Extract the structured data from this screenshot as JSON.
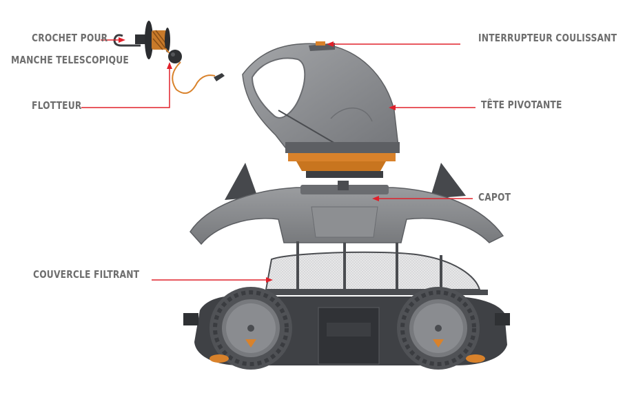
{
  "labels": {
    "crochet_line1": "CROCHET POUR",
    "crochet_line2": "MANCHE TELESCOPIQUE",
    "flotteur": "FLOTTEUR",
    "interrupteur": "INTERRUPTEUR COULISSANT",
    "tete": "TÊTE PIVOTANTE",
    "capot": "CAPOT",
    "couvercle": "COUVERCLE FILTRANT"
  },
  "colors": {
    "label_text": "#6e6e6e",
    "arrow": "#e0202a",
    "body_gray": "#8b8d90",
    "dark_gray": "#4a4c50",
    "accent_orange": "#d9822b"
  }
}
